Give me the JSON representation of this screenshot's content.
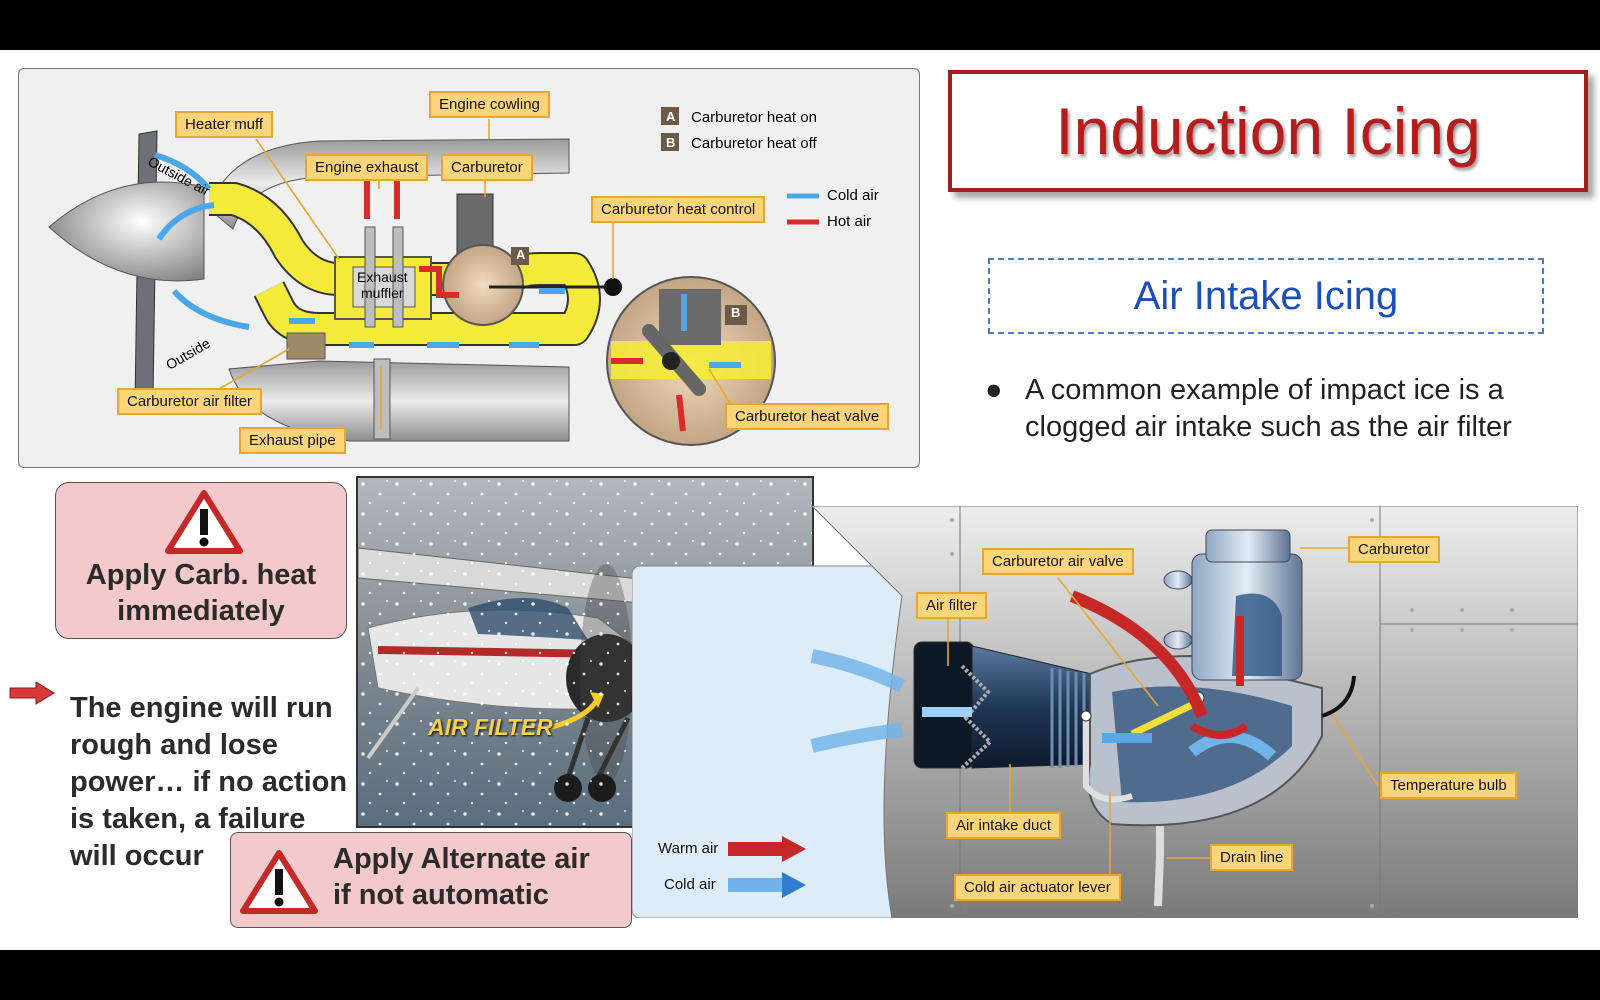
{
  "slide": {
    "title": "Induction Icing",
    "subtitle": "Air Intake Icing",
    "bullet": "A common example of impact ice is a clogged air intake such as the air filter",
    "bullet_marker": "●"
  },
  "top_diagram": {
    "legend": {
      "a_key": "A",
      "a_text": "Carburetor heat on",
      "b_key": "B",
      "b_text": "Carburetor heat off",
      "cold": "Cold air",
      "hot": "Hot air"
    },
    "labels": {
      "heater_muff": "Heater muff",
      "engine_cowling": "Engine cowling",
      "engine_exhaust": "Engine exhaust",
      "carburetor": "Carburetor",
      "carb_heat_control": "Carburetor heat control",
      "carb_air_filter": "Carburetor air filter",
      "exhaust_pipe": "Exhaust pipe",
      "carb_heat_valve": "Carburetor heat valve",
      "exhaust_muffler_1": "Exhaust",
      "exhaust_muffler_2": "muffler",
      "outside_air": "Outside air",
      "outside": "Outside",
      "inset_a": "A",
      "inset_b": "B"
    },
    "colors": {
      "cold": "#4aa8e8",
      "hot": "#d92b2b",
      "duct": "#f4ea3a"
    }
  },
  "warnings": {
    "carb_heat_1": "Apply Carb. heat",
    "carb_heat_2": "immediately",
    "alternate_1": "Apply Alternate air",
    "alternate_2": "if not automatic",
    "consequence": "The engine will run rough and lose power… if no action is taken, a failure will occur"
  },
  "photo": {
    "label": "AIR FILTER"
  },
  "bottom_diagram": {
    "labels": {
      "carb_air_valve": "Carburetor air valve",
      "carburetor": "Carburetor",
      "air_filter": "Air filter",
      "temp_bulb": "Temperature bulb",
      "air_intake_duct": "Air intake duct",
      "drain_line": "Drain line",
      "cold_air_lever": "Cold air actuator lever"
    },
    "legend": {
      "warm": "Warm air",
      "cold": "Cold air"
    }
  }
}
